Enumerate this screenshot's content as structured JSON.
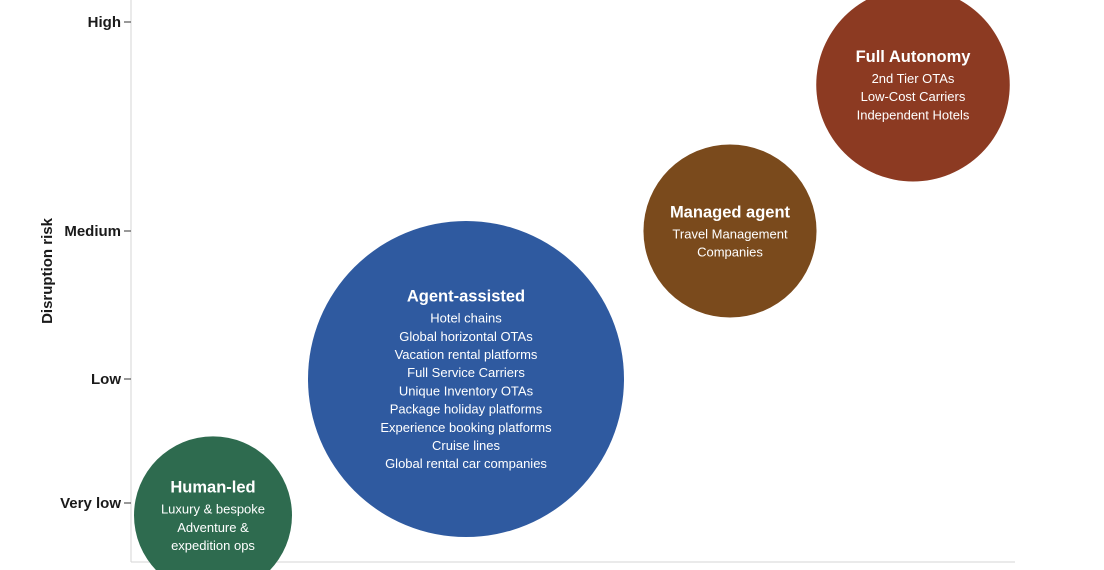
{
  "chart_data": {
    "type": "bubble",
    "xlabel": "",
    "ylabel": "Disruption risk",
    "y_ticks": [
      {
        "label": "High",
        "value": 4
      },
      {
        "label": "Medium",
        "value": 3
      },
      {
        "label": "Low",
        "value": 2
      },
      {
        "label": "Very low",
        "value": 1
      }
    ],
    "bubbles": [
      {
        "name": "Human-led",
        "x": 1,
        "y": 0.9,
        "size": 1,
        "color": "#2e6b4f",
        "items": [
          "Luxury & bespoke",
          "Adventure &",
          "expedition ops"
        ]
      },
      {
        "name": "Agent-assisted",
        "x": 2.5,
        "y": 2,
        "size": 4,
        "color": "#2f5aa0",
        "items": [
          "Hotel chains",
          "Global horizontal OTAs",
          "Vacation rental platforms",
          "Full Service Carriers",
          "Unique Inventory OTAs",
          "Package holiday platforms",
          "Experience booking platforms",
          "Cruise lines",
          "Global rental car companies"
        ]
      },
      {
        "name": "Managed agent",
        "x": 4,
        "y": 3,
        "size": 1.2,
        "color": "#7a4a1c",
        "items": [
          "Travel Management",
          "Companies"
        ]
      },
      {
        "name": "Full Autonomy",
        "x": 5.2,
        "y": 3.7,
        "size": 1.5,
        "color": "#8c3a22",
        "items": [
          "2nd Tier OTAs",
          "Low-Cost Carriers",
          "Independent Hotels"
        ]
      }
    ]
  }
}
